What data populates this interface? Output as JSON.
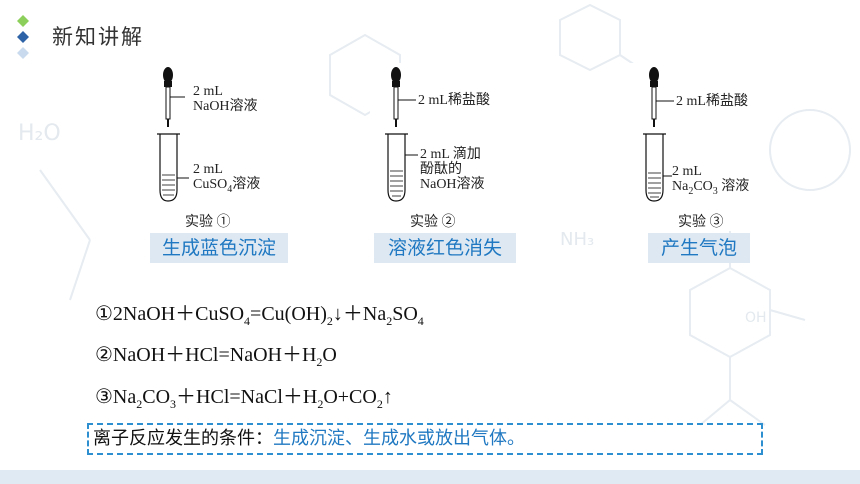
{
  "header": {
    "title": "新知讲解"
  },
  "experiments": [
    {
      "top_label_1": "2 mL",
      "top_label_2": "NaOH溶液",
      "bottom_label_1": "2 mL",
      "bottom_label_2": "CuSO",
      "bottom_label_2_sub": "4",
      "bottom_label_2_tail": "溶液",
      "caption": "实验 ①",
      "result": "生成蓝色沉淀"
    },
    {
      "top_label_1": "2 mL稀盐酸",
      "bottom_label_1": "2 mL 滴加",
      "bottom_label_2": "酚酞的",
      "bottom_label_3": "NaOH溶液",
      "caption": "实验 ②",
      "result": "溶液红色消失"
    },
    {
      "top_label_1": "2 mL稀盐酸",
      "bottom_label_1": "2 mL",
      "bottom_label_2": "Na",
      "bottom_label_2_sub": "2",
      "bottom_label_2_mid": "CO",
      "bottom_label_2_sub2": "3",
      "bottom_label_2_tail": " 溶液",
      "caption": "实验 ③",
      "result": "产生气泡"
    }
  ],
  "equations": [
    {
      "parts": [
        "①2NaOH＋CuSO",
        "4",
        "=Cu(OH)",
        "2",
        "↓＋Na",
        "2",
        "SO",
        "4"
      ]
    },
    {
      "parts": [
        "②NaOH＋HCl=NaOH＋H",
        "2",
        "O"
      ]
    },
    {
      "parts": [
        "③Na",
        "2",
        "CO",
        "3",
        "＋HCl=NaCl＋H",
        "2",
        "O+CO",
        "2",
        "↑"
      ]
    }
  ],
  "conclusion": {
    "prefix": "离子反应发生的条件：",
    "text": "生成沉淀、生成水或放出气体。"
  },
  "colors": {
    "accent": "#1f78c1",
    "result_bg": "#dde8f3",
    "diamond_green": "#8ccf5a",
    "diamond_blue": "#2e63a8",
    "diamond_light": "#c9d9ee"
  }
}
